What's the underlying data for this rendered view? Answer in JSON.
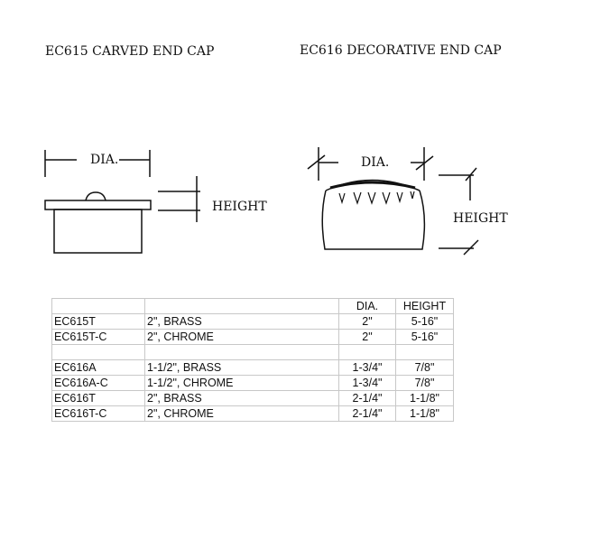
{
  "titles": {
    "ec615": "EC615 CARVED END CAP",
    "ec616": "EC616 DECORATIVE END CAP"
  },
  "labels": {
    "dia": "DIA.",
    "height": "HEIGHT"
  },
  "table": {
    "headers": [
      "",
      "",
      "DIA.",
      "HEIGHT"
    ],
    "rows": [
      [
        "EC615T",
        "2\", BRASS",
        "2\"",
        "5-16\""
      ],
      [
        "EC615T-C",
        "2\", CHROME",
        "2\"",
        "5-16\""
      ],
      [
        "",
        "",
        "",
        ""
      ],
      [
        "EC616A",
        "1-1/2\", BRASS",
        "1-3/4\"",
        "7/8\""
      ],
      [
        "EC616A-C",
        "1-1/2\", CHROME",
        "1-3/4\"",
        "7/8\""
      ],
      [
        "EC616T",
        "2\", BRASS",
        "2-1/4\"",
        "1-1/8\""
      ],
      [
        "EC616T-C",
        "2\", CHROME",
        "2-1/4\"",
        "1-1/8\""
      ]
    ]
  }
}
